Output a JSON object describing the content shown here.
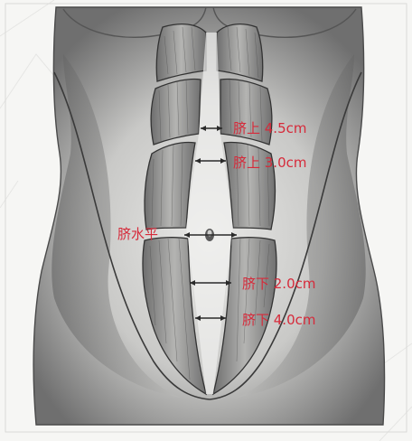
{
  "labels": {
    "above_navel_1": "脐上 4.5cm",
    "above_navel_2": "脐上 3.0cm",
    "navel_level": "脐水平",
    "below_navel_1": "脐下 2.0cm",
    "below_navel_2": "脐下 4.0cm"
  },
  "colors": {
    "annotation": "#d62a3a",
    "measure_line": "#2a2a2a",
    "skin_light": "#d9d9d9",
    "skin_dark": "#7d7d7d",
    "muscle": "#8a8a8a",
    "paper": "#f6f6f4"
  }
}
